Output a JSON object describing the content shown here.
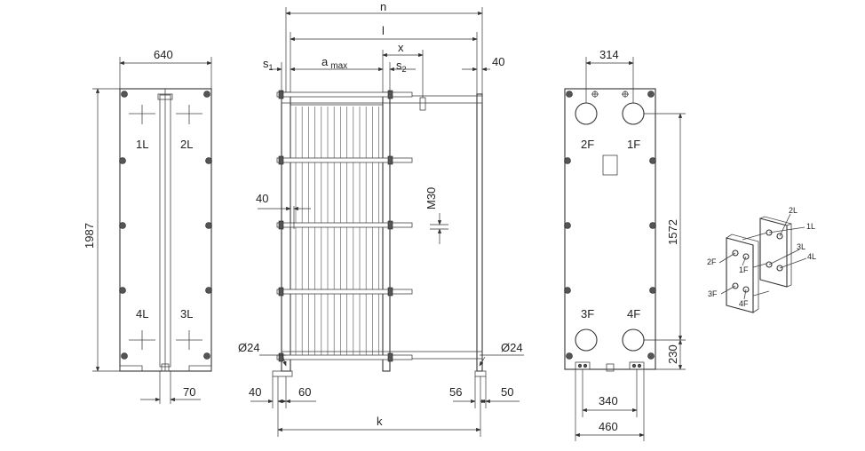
{
  "front_view": {
    "width_dim": "640",
    "height_dim": "1987",
    "bottom_dim": "70",
    "ports": [
      "1L",
      "2L",
      "4L",
      "3L"
    ]
  },
  "side_view": {
    "overall_dim": "n",
    "bar_dim": "l",
    "x_dim": "x",
    "s1_main": "s",
    "s1_sub": "1",
    "amax_main": "a",
    "amax_sub": "max",
    "s2_main": "s",
    "s2_sub": "2",
    "right_gap_dim": "40",
    "plate_pitch_dim": "40",
    "bolt_dim": "M30",
    "foot_left_hole": "Ø24",
    "foot_right_hole": "Ø24",
    "bottom_left_a": "40",
    "bottom_left_b": "60",
    "bottom_right_a": "56",
    "bottom_right_b": "50",
    "length_dim": "k"
  },
  "rear_view": {
    "port_spacing_top": "314",
    "ports": [
      "2F",
      "1F",
      "3F",
      "4F"
    ],
    "height_dim": "1572",
    "bottom_dim": "230",
    "foot_spacing": "340",
    "width_dim": "460"
  },
  "iso_view": {
    "labels": [
      "2L",
      "1L",
      "2F",
      "1F",
      "3L",
      "4L",
      "3F",
      "4F"
    ]
  }
}
